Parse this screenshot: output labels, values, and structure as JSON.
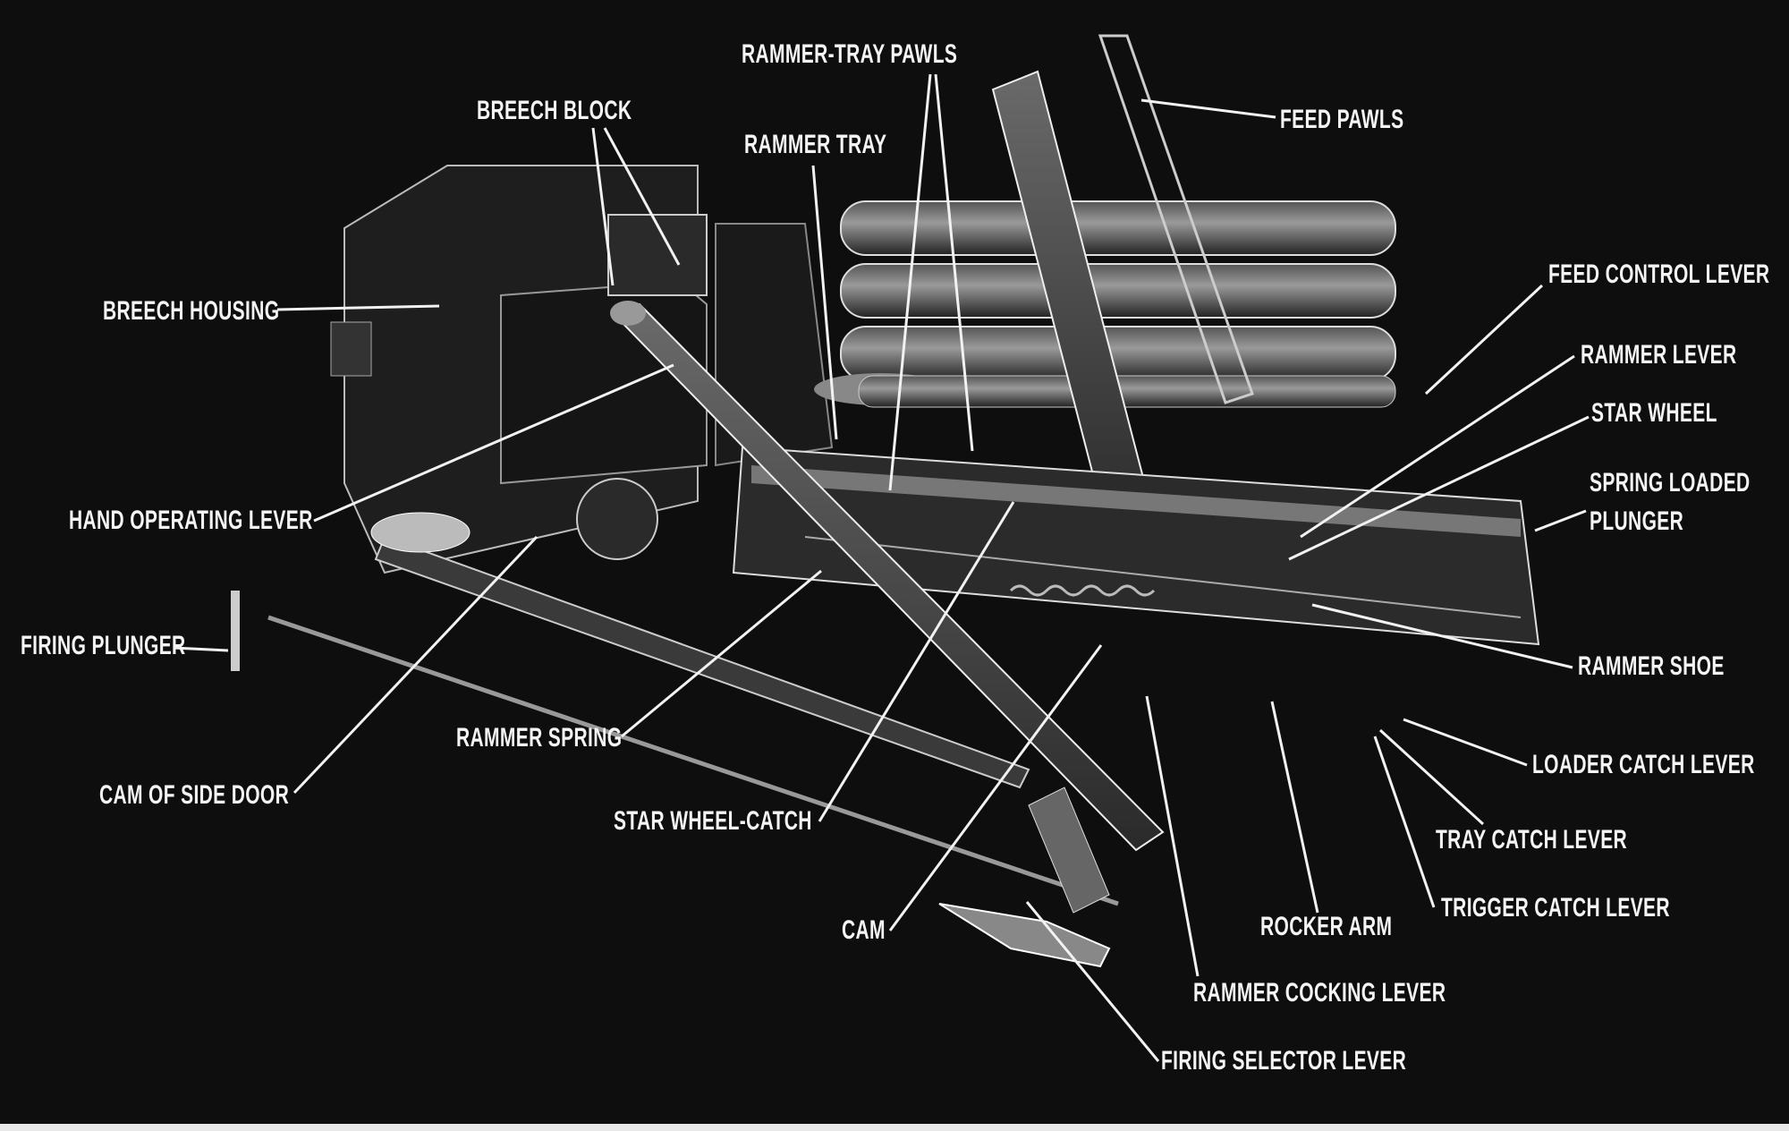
{
  "labels": {
    "rammer_tray_pawls": "RAMMER-TRAY PAWLS",
    "breech_block": "BREECH BLOCK",
    "rammer_tray": "RAMMER TRAY",
    "feed_pawls": "FEED PAWLS",
    "breech_housing": "BREECH HOUSING",
    "feed_control_lever": "FEED CONTROL LEVER",
    "rammer_lever": "RAMMER LEVER",
    "star_wheel": "STAR WHEEL",
    "spring_loaded": "SPRING LOADED",
    "plunger": "PLUNGER",
    "hand_operating_lever": "HAND OPERATING LEVER",
    "firing_plunger": "FIRING PLUNGER",
    "rammer_shoe": "RAMMER SHOE",
    "rammer_spring": "RAMMER SPRING",
    "loader_catch_lever": "LOADER CATCH LEVER",
    "cam_of_side_door": "CAM OF SIDE DOOR",
    "star_wheel_catch": "STAR WHEEL-CATCH",
    "tray_catch_lever": "TRAY CATCH LEVER",
    "trigger_catch_lever": "TRIGGER CATCH LEVER",
    "cam": "CAM",
    "rocker_arm": "ROCKER ARM",
    "rammer_cocking_lever": "RAMMER COCKING LEVER",
    "firing_selector_lever": "FIRING SELECTOR LEVER"
  }
}
